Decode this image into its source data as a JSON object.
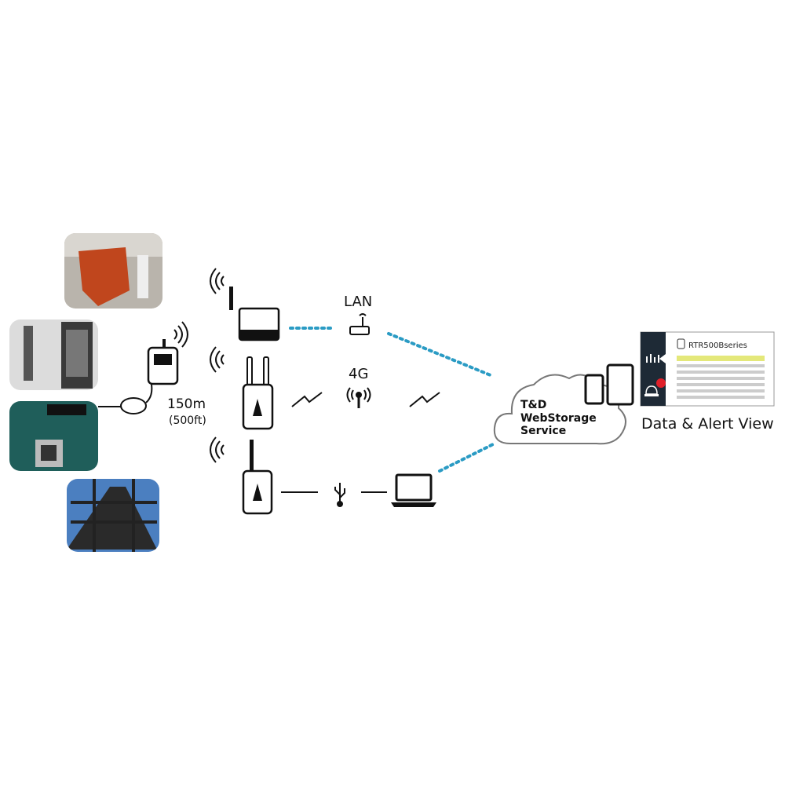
{
  "labels": {
    "distance": "150m",
    "distance_ft": "(500ft)",
    "lan": "LAN",
    "cellular": "4G",
    "cloud_line1": "T&D",
    "cloud_line2": "WebStorage",
    "cloud_line3": "Service",
    "app_device": "RTR500Bseries",
    "view_caption": "Data & Alert View"
  },
  "colors": {
    "dotted_link": "#2a9bc4",
    "highlight_row": "#e4e87a",
    "app_sidebar": "#1e2a36",
    "alert": "#e0202a"
  }
}
